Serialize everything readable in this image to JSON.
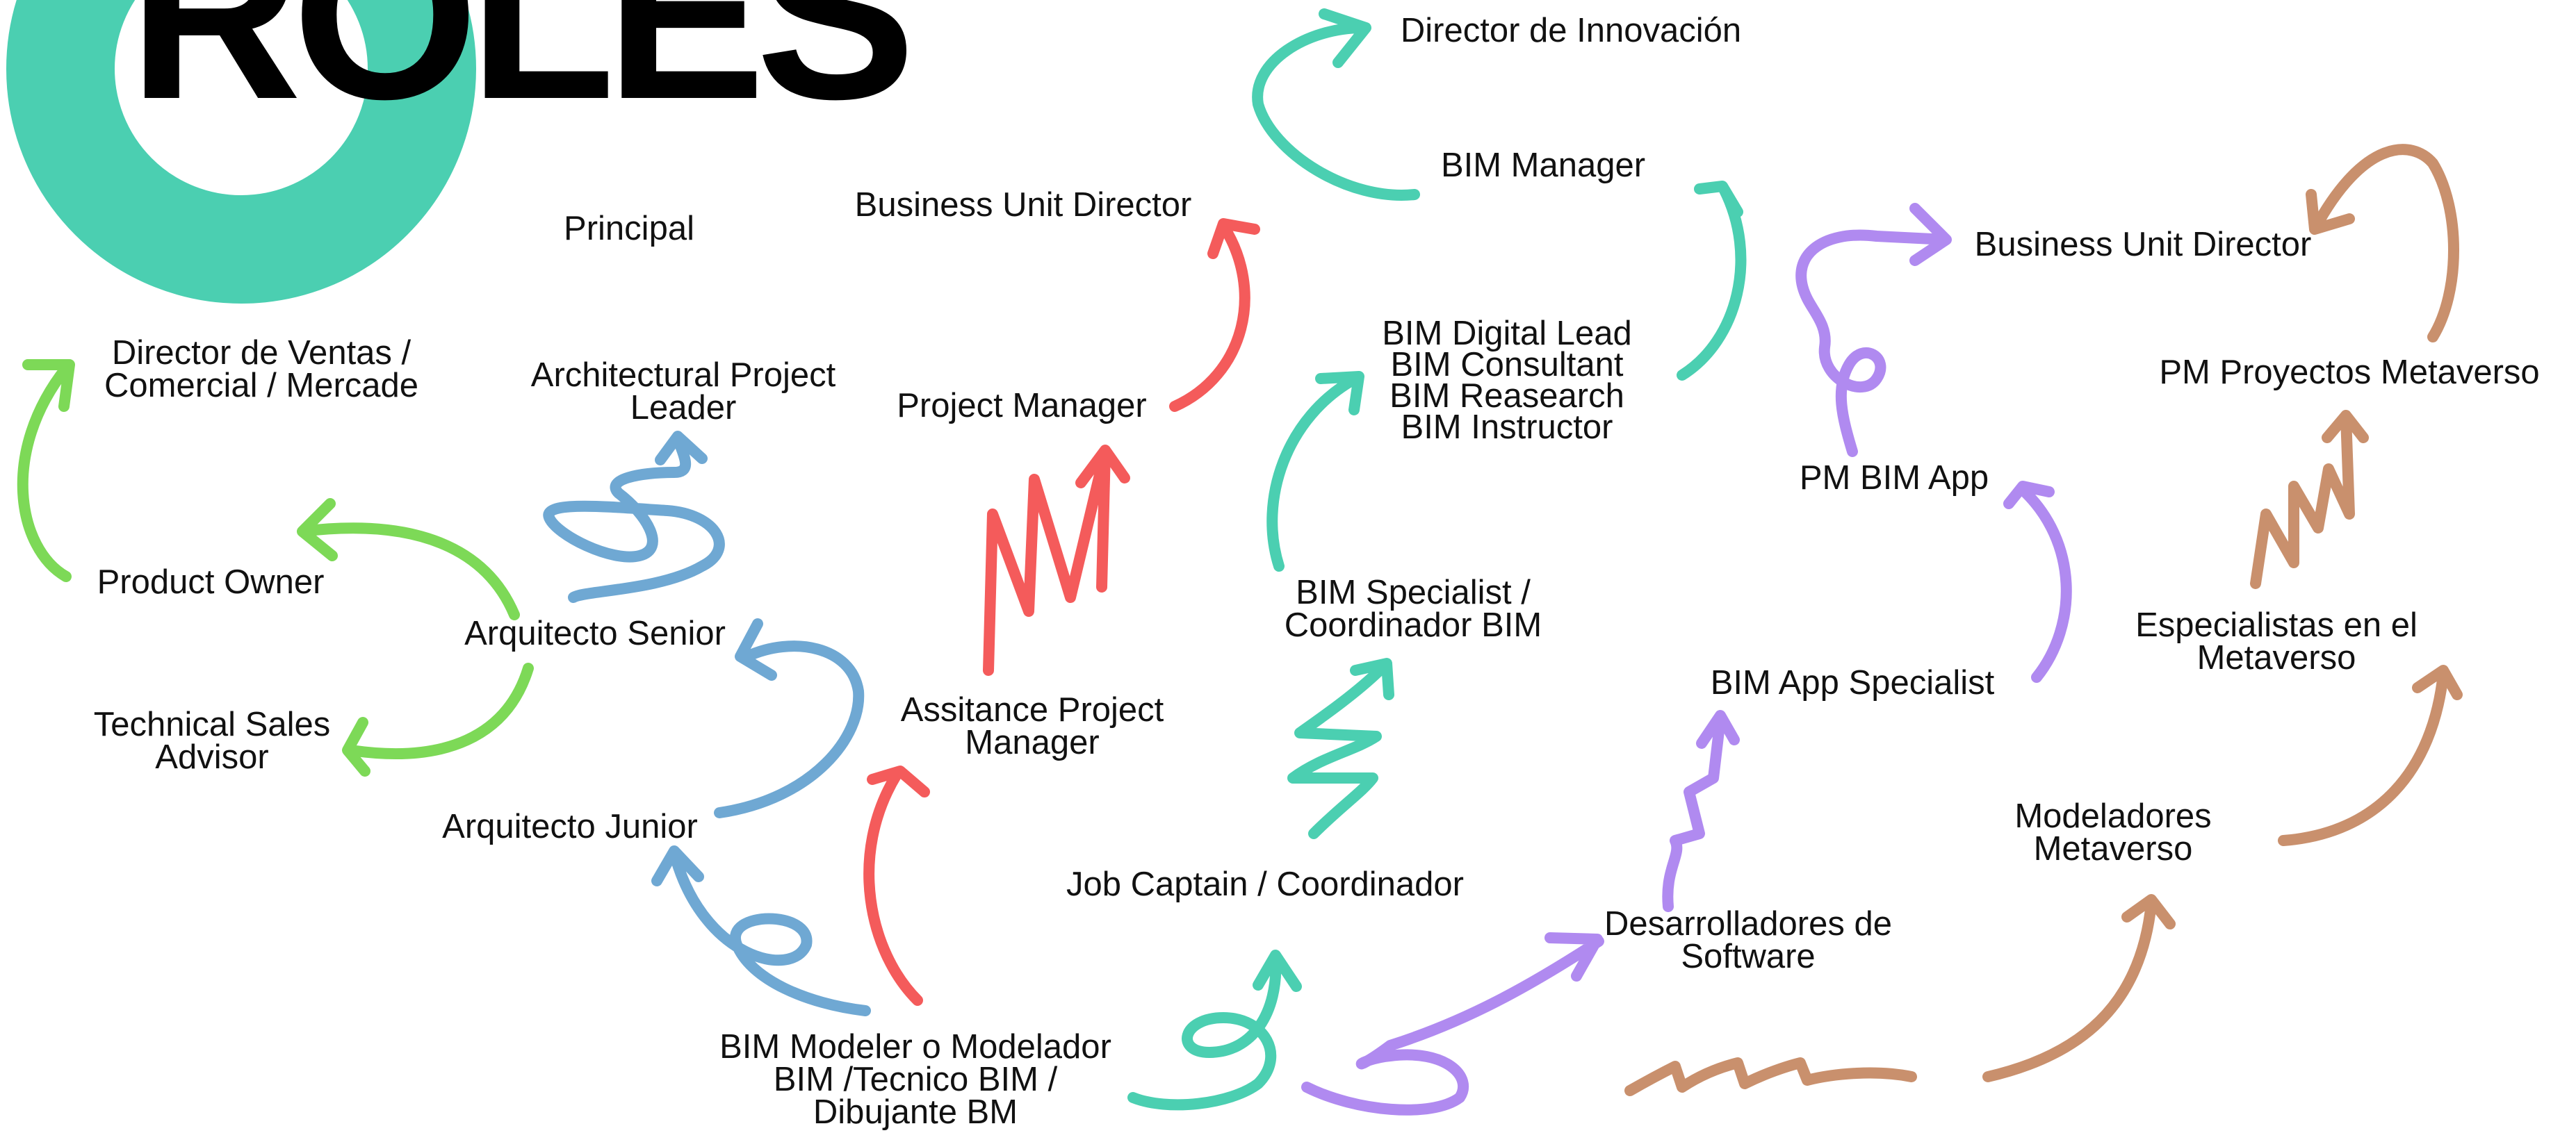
{
  "title": "ROLES",
  "colors": {
    "teal": "#4BCFB1",
    "green": "#7DD957",
    "blue": "#6FA8D3",
    "red": "#F45B5B",
    "purple": "#B08AF0",
    "brown": "#C9906D",
    "text": "#111111"
  },
  "labels": {
    "principal": "Principal",
    "director_ventas": [
      "Director de Ventas /",
      "Comercial / Mercade"
    ],
    "product_owner": "Product Owner",
    "technical_sales": [
      "Technical Sales",
      "Advisor"
    ],
    "arq_project_leader": [
      "Architectural Project",
      "Leader"
    ],
    "arq_senior": "Arquitecto Senior",
    "arq_junior": "Arquitecto Junior",
    "bim_modeler": [
      "BIM Modeler o Modelador",
      "BIM /Tecnico BIM /",
      "Dibujante BM"
    ],
    "business_unit_director_1": "Business Unit Director",
    "project_manager": "Project Manager",
    "assistance_pm": [
      "Assitance Project",
      "Manager"
    ],
    "job_captain": "Job Captain / Coordinador",
    "director_innovacion": "Director de Innovación",
    "bim_manager": "BIM Manager",
    "bim_digital_lead": [
      "BIM Digital Lead",
      "BIM Consultant",
      "BIM Reasearch",
      "BIM Instructor"
    ],
    "bim_specialist": [
      "BIM Specialist /",
      "Coordinador BIM"
    ],
    "business_unit_director_2": "Business Unit Director",
    "pm_bim_app": "PM BIM App",
    "bim_app_specialist": "BIM App Specialist",
    "desarrolladores": [
      "Desarrolladores de",
      "Software"
    ],
    "pm_metaverso": "PM Proyectos Metaverso",
    "especialistas_metaverso": [
      "Especialistas en el",
      "Metaverso"
    ],
    "modeladores_metaverso": [
      "Modeladores",
      "Metaverso"
    ]
  }
}
